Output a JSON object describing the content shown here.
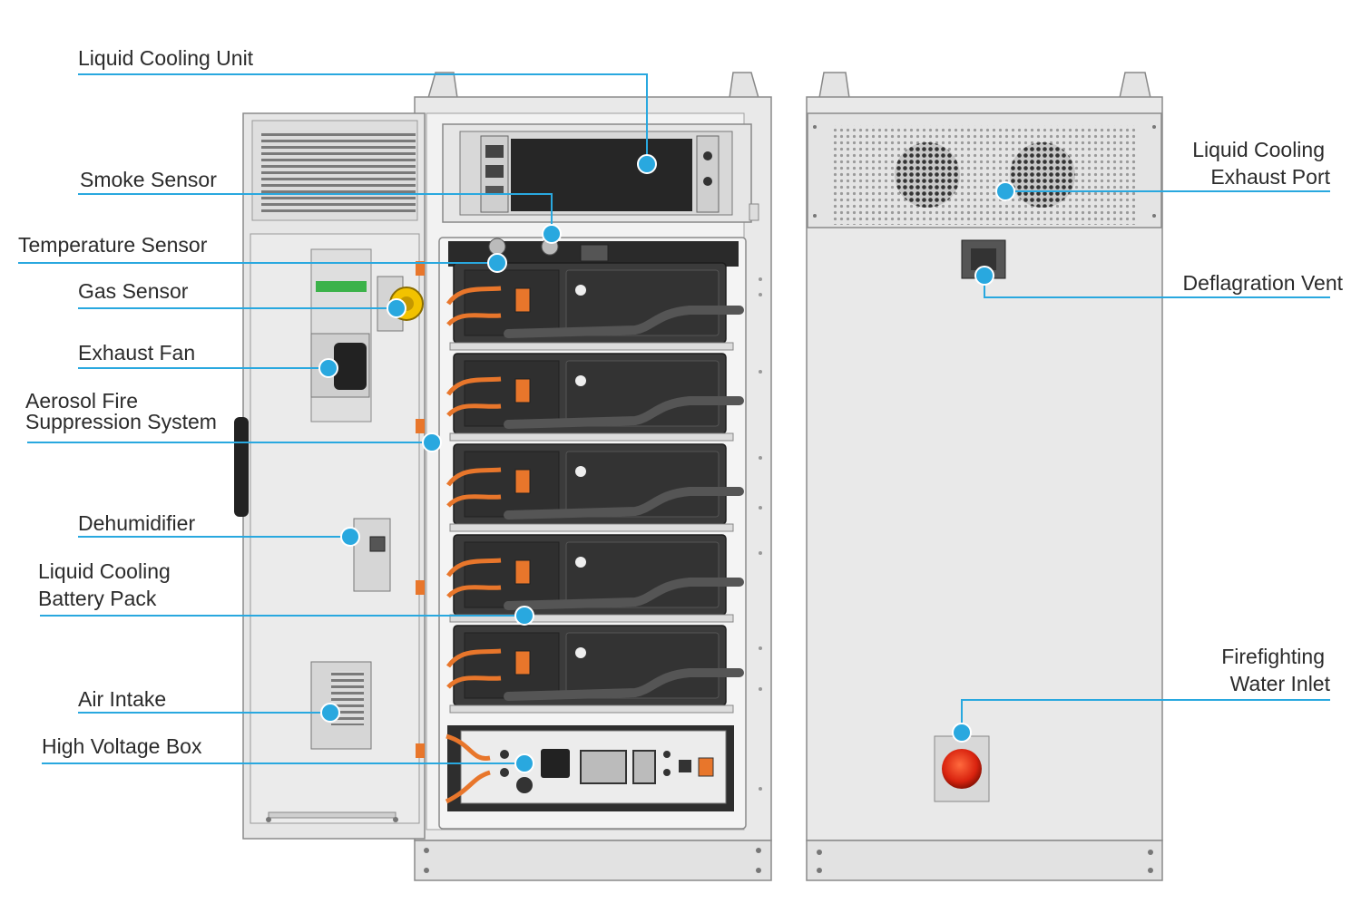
{
  "colors": {
    "leader": "#29a8df",
    "cabinet": "#e6e6e6",
    "cabinet_edge": "#8a8a8a",
    "battery": "#3b3b3b",
    "cable_orange": "#e8762b",
    "fire_red": "#d9230f"
  },
  "labels": {
    "liquid_cooling_unit": "Liquid Cooling Unit",
    "smoke_sensor": "Smoke Sensor",
    "temperature_sensor": "Temperature Sensor",
    "gas_sensor": "Gas Sensor",
    "exhaust_fan": "Exhaust Fan",
    "aerosol_line1": "Aerosol Fire",
    "aerosol_line2": "Suppression System",
    "dehumidifier": "Dehumidifier",
    "battery_pack_line1": "Liquid Cooling",
    "battery_pack_line2": "Battery Pack",
    "air_intake": "Air Intake",
    "high_voltage_box": "High Voltage Box",
    "exhaust_port_line1": "Liquid Cooling",
    "exhaust_port_line2": "Exhaust Port",
    "deflagration_vent": "Deflagration Vent",
    "water_inlet_line1": "Firefighting",
    "water_inlet_line2": "Water Inlet"
  }
}
